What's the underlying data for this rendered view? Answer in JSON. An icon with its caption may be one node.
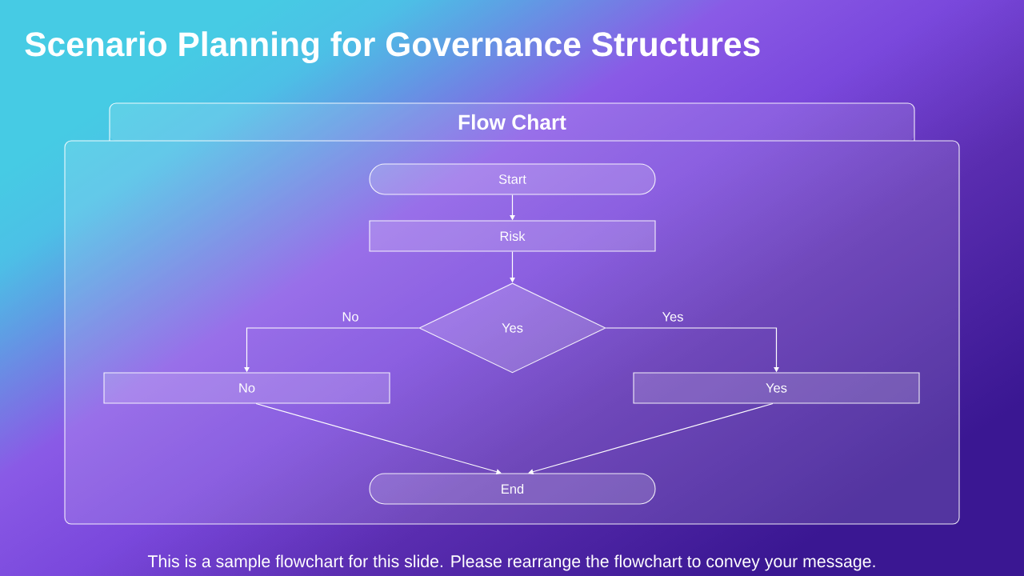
{
  "diagram": {
    "title": "Scenario Planning for Governance Structures",
    "caption": "This is a sample flowchart for this slide. Please rearrange the flowchart to convey your message.",
    "nodes": [
      {
        "text": [
          "Flow Chart"
        ]
      },
      {
        "text": [
          "Start"
        ],
        "in": 0
      },
      {
        "text": [
          "Risk"
        ],
        "in": 0
      },
      {
        "text": [
          "Yes"
        ],
        "in": 0
      },
      {
        "text": [
          "No"
        ],
        "in": 0
      },
      {
        "text": [
          "Yes"
        ],
        "in": 0
      },
      {
        "text": [
          "End"
        ],
        "in": 0
      }
    ],
    "edges": [
      {
        "from": 1,
        "to": 2,
        "arrow": "to"
      },
      {
        "from": 2,
        "to": 3,
        "arrow": "to"
      },
      {
        "from": 3,
        "to": 4,
        "arrow": "to",
        "label": "No"
      },
      {
        "from": 3,
        "to": 5,
        "arrow": "to",
        "label": "Yes"
      },
      {
        "from": 4,
        "to": 6,
        "arrow": "to"
      },
      {
        "from": 5,
        "to": 6,
        "arrow": "to"
      }
    ]
  }
}
